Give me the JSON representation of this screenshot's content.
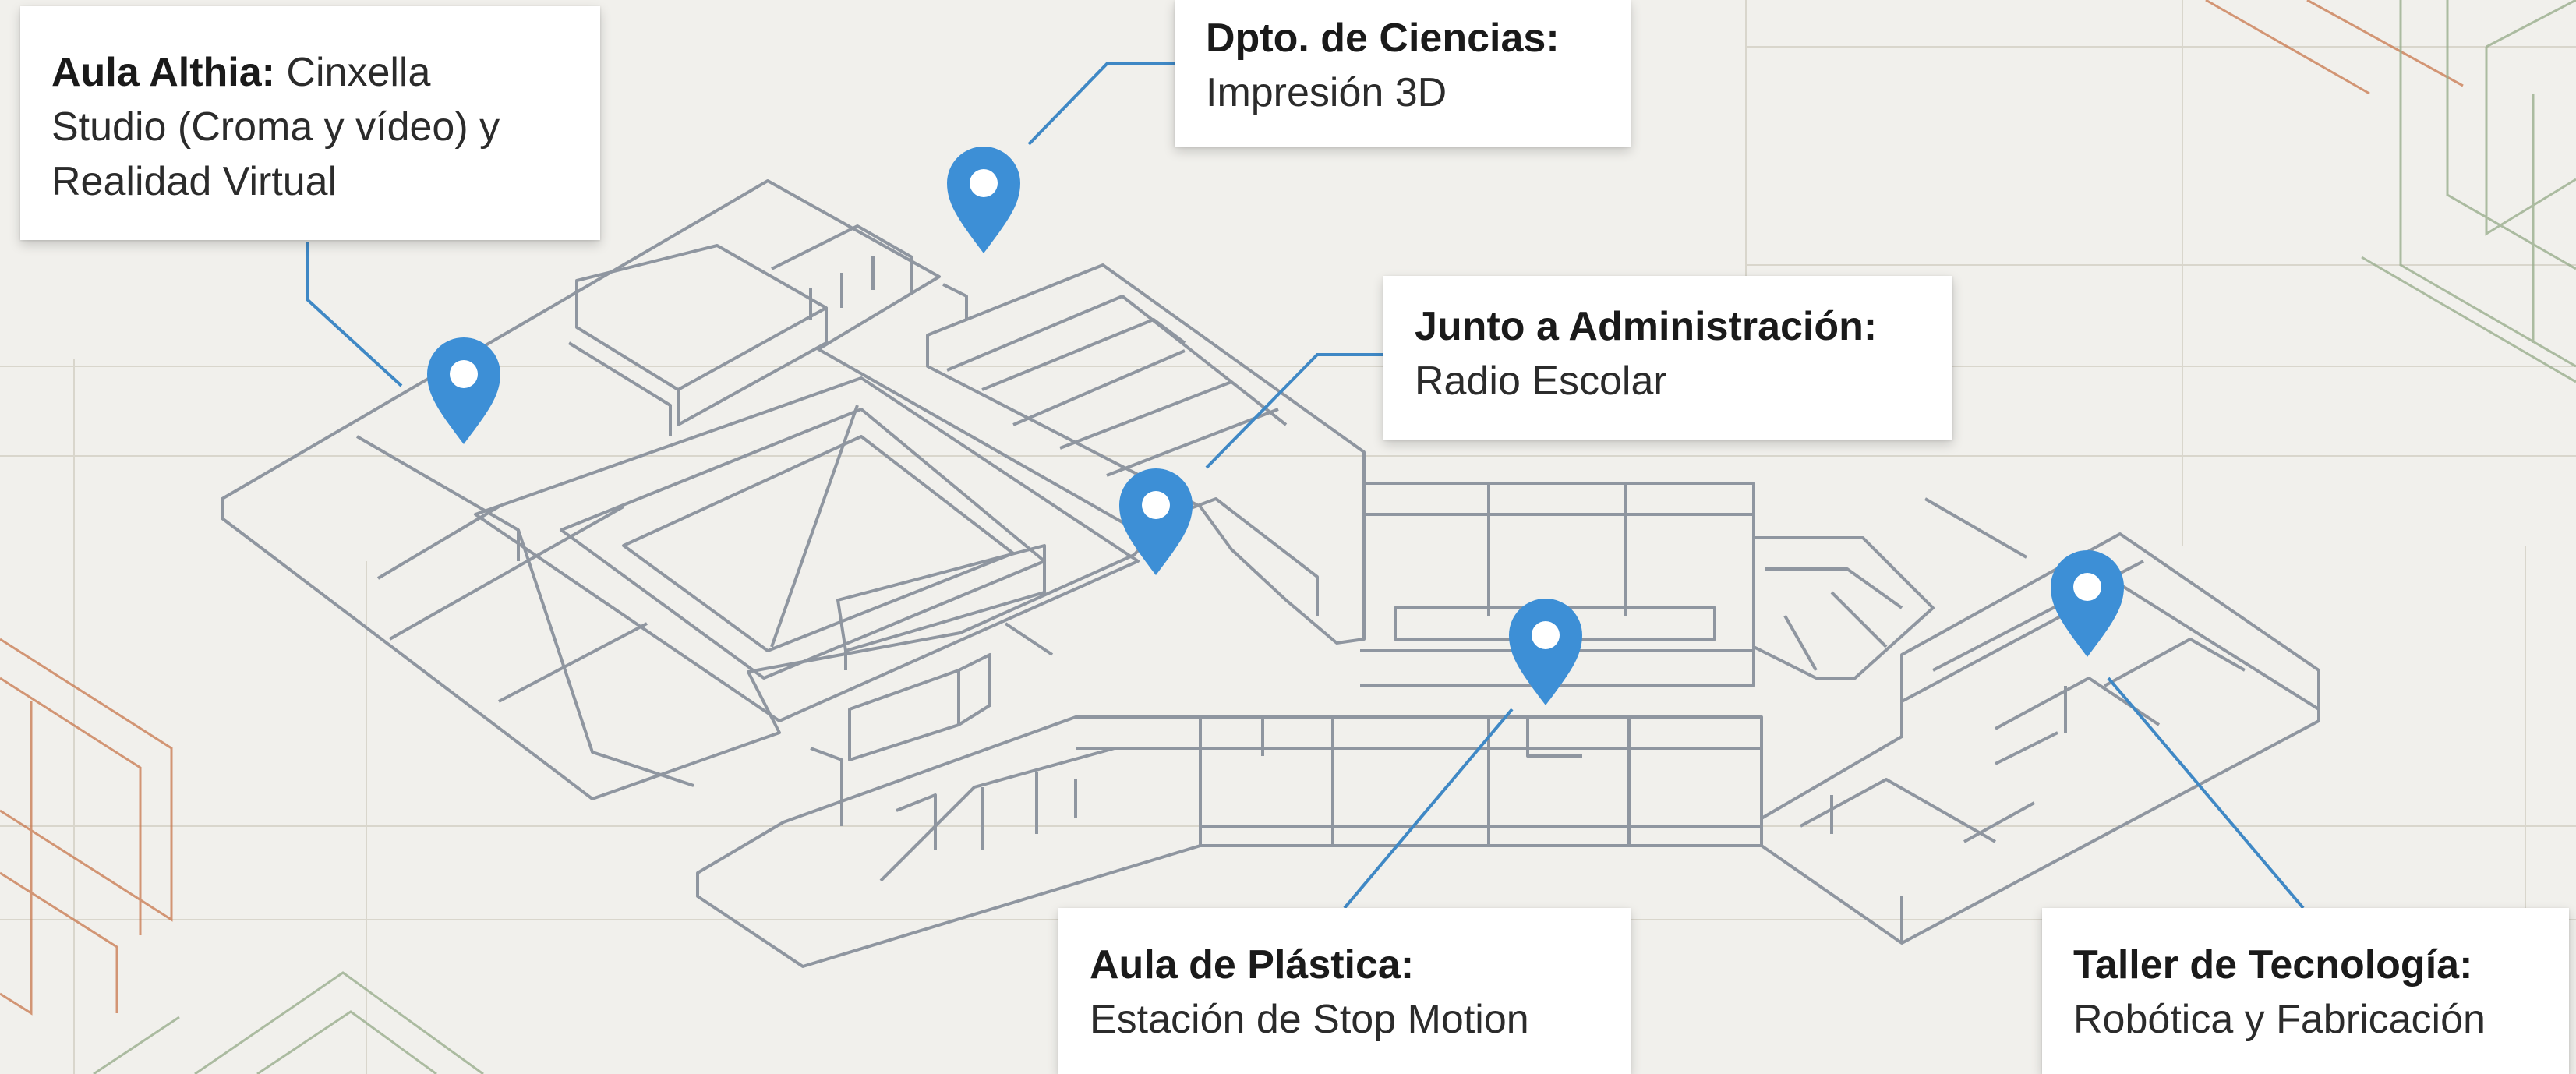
{
  "colors": {
    "background": "#f1f0ec",
    "grid": "#d9d6cc",
    "floorplan_stroke": "#8f96a0",
    "leader_line": "#3f88c5",
    "pin": "#3d8fd6",
    "pin_hole": "#ffffff",
    "deco_orange": "#c8774c",
    "deco_green": "#9aae8e"
  },
  "icons": {
    "location_marker": "map-pin-icon"
  },
  "callouts": [
    {
      "id": "althia",
      "title": "Aula Althia:",
      "description_lines": [
        "Cinxella",
        "Studio (Croma y vídeo) y",
        "Realidad Virtual"
      ]
    },
    {
      "id": "ciencias",
      "title": "Dpto. de Ciencias:",
      "description": "Impresión 3D"
    },
    {
      "id": "admin",
      "title": "Junto a Administración:",
      "description": "Radio Escolar"
    },
    {
      "id": "plastica",
      "title": "Aula de Plástica:",
      "description": "Estación de Stop Motion"
    },
    {
      "id": "taller",
      "title": "Taller de Tecnología:",
      "description": "Robótica y Fabricación"
    }
  ]
}
